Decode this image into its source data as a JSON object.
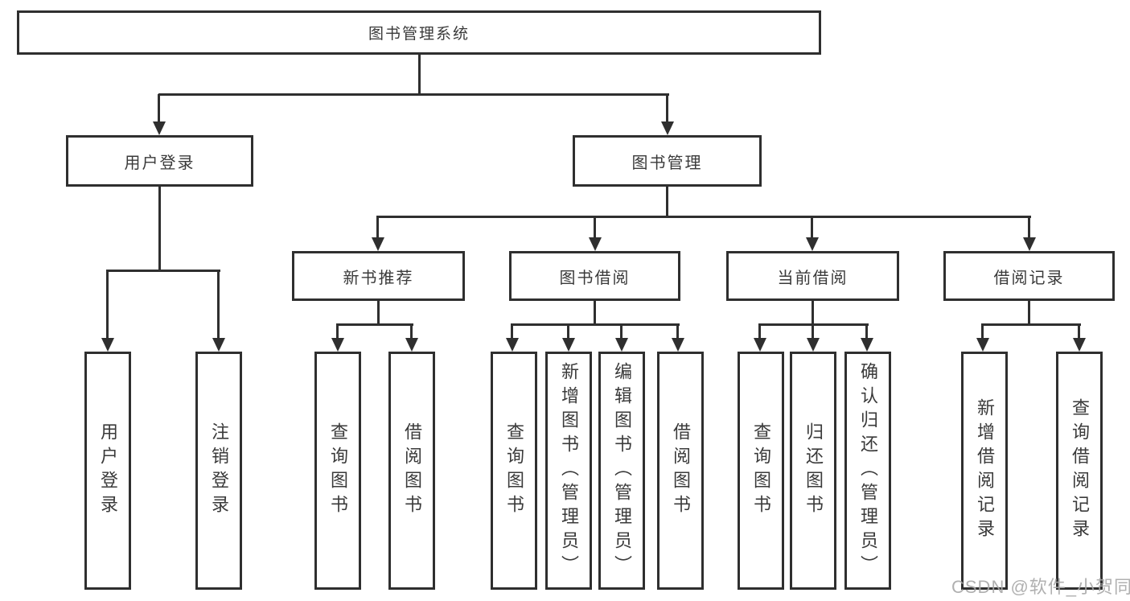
{
  "colors": {
    "line": "#2f2f2f",
    "text": "#3a3a3a",
    "watermark": "#a8a8a8",
    "background": "#ffffff"
  },
  "watermark": {
    "text": "CSDN @软件_小贺同学"
  },
  "diagram": {
    "type": "tree",
    "root": {
      "label": "图书管理系统"
    },
    "branches": [
      {
        "label": "用户登录",
        "children": [
          {
            "label": "用户登录"
          },
          {
            "label": "注销登录"
          }
        ]
      },
      {
        "label": "图书管理",
        "children": [
          {
            "label": "新书推荐",
            "children": [
              {
                "label": "查询图书"
              },
              {
                "label": "借阅图书"
              }
            ]
          },
          {
            "label": "图书借阅",
            "children": [
              {
                "label": "查询图书"
              },
              {
                "label": "新增图书（管理员）"
              },
              {
                "label": "编辑图书（管理员）"
              },
              {
                "label": "借阅图书"
              }
            ]
          },
          {
            "label": "当前借阅",
            "children": [
              {
                "label": "查询图书"
              },
              {
                "label": "归还图书"
              },
              {
                "label": "确认归还（管理员）"
              }
            ]
          },
          {
            "label": "借阅记录",
            "children": [
              {
                "label": "新增借阅记录"
              },
              {
                "label": "查询借阅记录"
              }
            ]
          }
        ]
      }
    ]
  }
}
